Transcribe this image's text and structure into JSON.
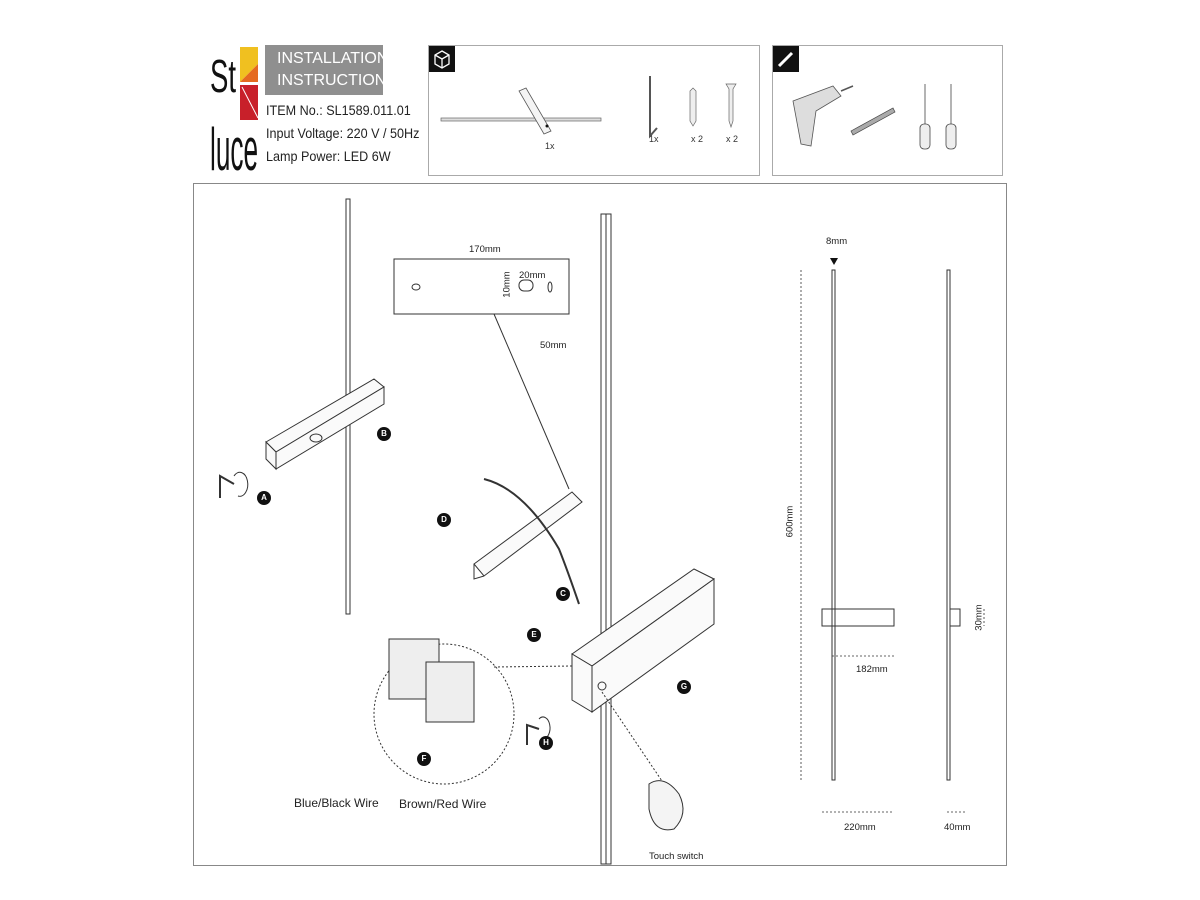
{
  "header": {
    "logo_text": "St luce",
    "title_line1": "INSTALLATION",
    "title_line2": "INSTRUCTIONS",
    "item_no": "ITEM No.: SL1589.011.01",
    "input_voltage": "Input Voltage: 220 V / 50Hz",
    "lamp_power": "Lamp Power: LED 6W"
  },
  "parts": {
    "lamp_qty": "1x",
    "key_qty": "1x",
    "dowel_qty": "x 2",
    "screw_qty": "x 2"
  },
  "bracket_dims": {
    "width": "170mm",
    "slot_w": "20mm",
    "slot_h": "10mm",
    "offset": "50mm"
  },
  "steps": [
    "A",
    "B",
    "C",
    "D",
    "E",
    "F",
    "G",
    "H"
  ],
  "labels": {
    "blue_black": "Blue/Black Wire",
    "brown_red": "Brown/Red Wire",
    "touch": "Touch switch"
  },
  "dimensions": {
    "thickness": "8mm",
    "height": "600mm",
    "base_h": "30mm",
    "base_w": "182mm",
    "total_w": "220mm",
    "depth": "40mm"
  }
}
